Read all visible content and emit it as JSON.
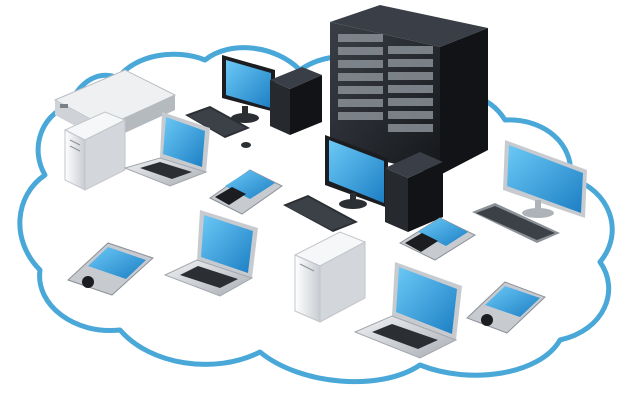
{
  "scene": {
    "subject": "cloud-network",
    "colors": {
      "background": "#ffffff",
      "cloud_outline": "#4aa8d8",
      "cloud_fill": "#ffffff",
      "screen": "#2f9fe0",
      "screen_dark": "#1c6fa8",
      "server_dark": "#23272e",
      "server_light": "#d9dcdf",
      "device_silver": "#c7cbd0",
      "device_dark": "#1b1d21",
      "keyboard": "#2b2e33"
    },
    "objects": [
      {
        "name": "cloud-outline",
        "kind": "cloud"
      },
      {
        "name": "rack-server-large",
        "kind": "rack"
      },
      {
        "name": "desktop-monitor",
        "kind": "monitor",
        "count": 3
      },
      {
        "name": "tower-pc",
        "kind": "tower",
        "count": 4
      },
      {
        "name": "laptop",
        "kind": "laptop",
        "count": 4
      },
      {
        "name": "smartphone",
        "kind": "phone",
        "count": 4
      },
      {
        "name": "keyboard",
        "kind": "keyboard",
        "count": 3
      }
    ]
  }
}
